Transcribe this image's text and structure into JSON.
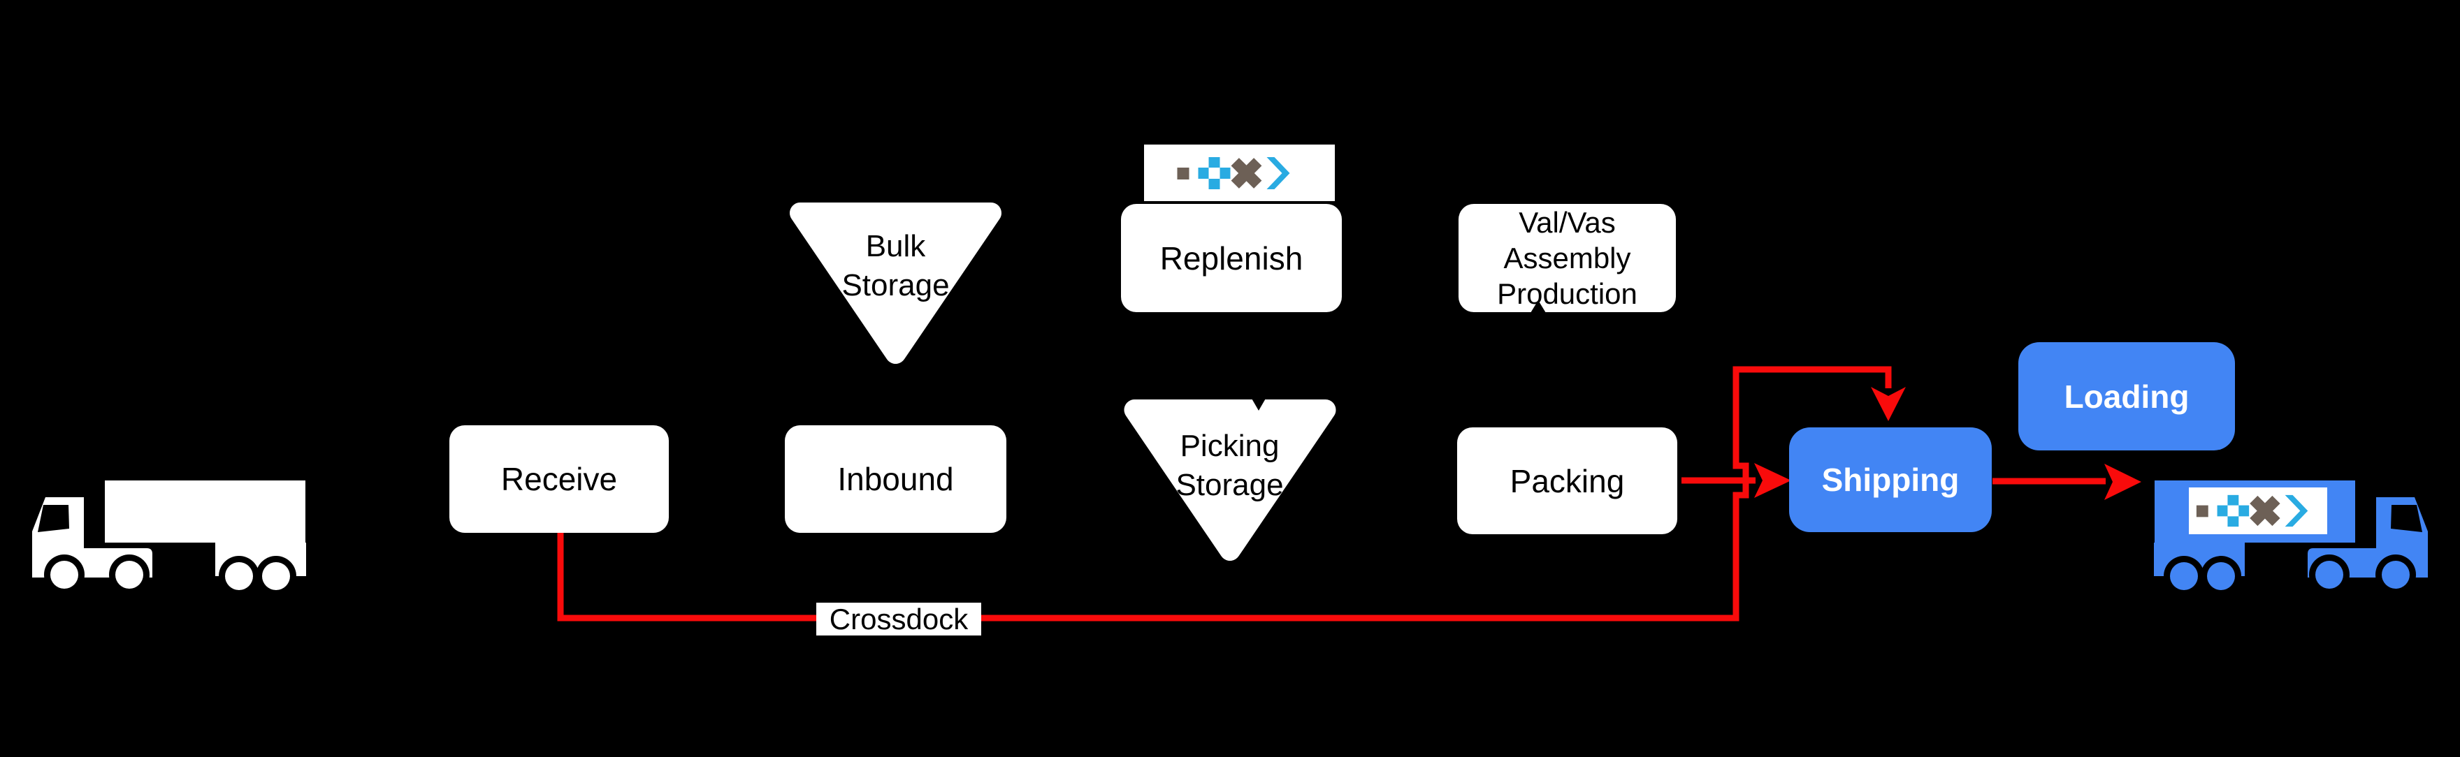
{
  "diagram": {
    "title_visible": false,
    "colors": {
      "background": "#000000",
      "connector_red": "#F90B0B",
      "accent_blue": "#4285F4",
      "shape_white": "#FFFFFF",
      "logo_cyan": "#29ABE2",
      "logo_brown": "#6D6056"
    },
    "nodes": {
      "receive": {
        "label": "Receive"
      },
      "inbound": {
        "label": "Inbound"
      },
      "bulk_storage": {
        "lines": [
          "Bulk",
          "Storage"
        ]
      },
      "replenish": {
        "label": "Replenish"
      },
      "picking_storage": {
        "lines": [
          "Picking",
          "Storage"
        ]
      },
      "valvas": {
        "lines": [
          "Val/Vas",
          "Assembly",
          "Production"
        ]
      },
      "packing": {
        "label": "Packing"
      },
      "shipping": {
        "label": "Shipping"
      },
      "loading": {
        "label": "Loading"
      },
      "crossdock": {
        "label": "Crossdock"
      }
    },
    "icons": {
      "inbound_truck": "truck-inbound-icon",
      "outbound_truck": "truck-outbound-icon",
      "brand_logo": "brand-logo-icon",
      "logo_glyphs": [
        "square",
        "plus",
        "cross",
        "chevron-right"
      ]
    },
    "connectors": {
      "crossdock_route": "Receive -> Crossdock -> Shipping",
      "packing_to_shipping": "Packing -> Shipping",
      "shipping_to_truck": "Shipping -> Outbound truck"
    }
  }
}
